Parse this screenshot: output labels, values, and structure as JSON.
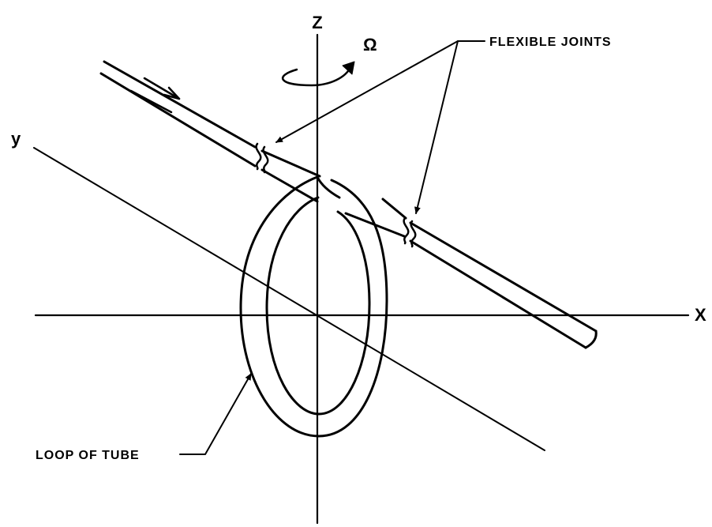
{
  "diagram": {
    "axes": {
      "z_label": "Z",
      "x_label": "X",
      "y_label": "y",
      "rotation_label": "Ω"
    },
    "callouts": {
      "flexible_joints": "FLEXIBLE JOINTS",
      "loop_of_tube": "LOOP OF TUBE"
    },
    "colors": {
      "ink": "#000000",
      "background": "#ffffff"
    }
  }
}
